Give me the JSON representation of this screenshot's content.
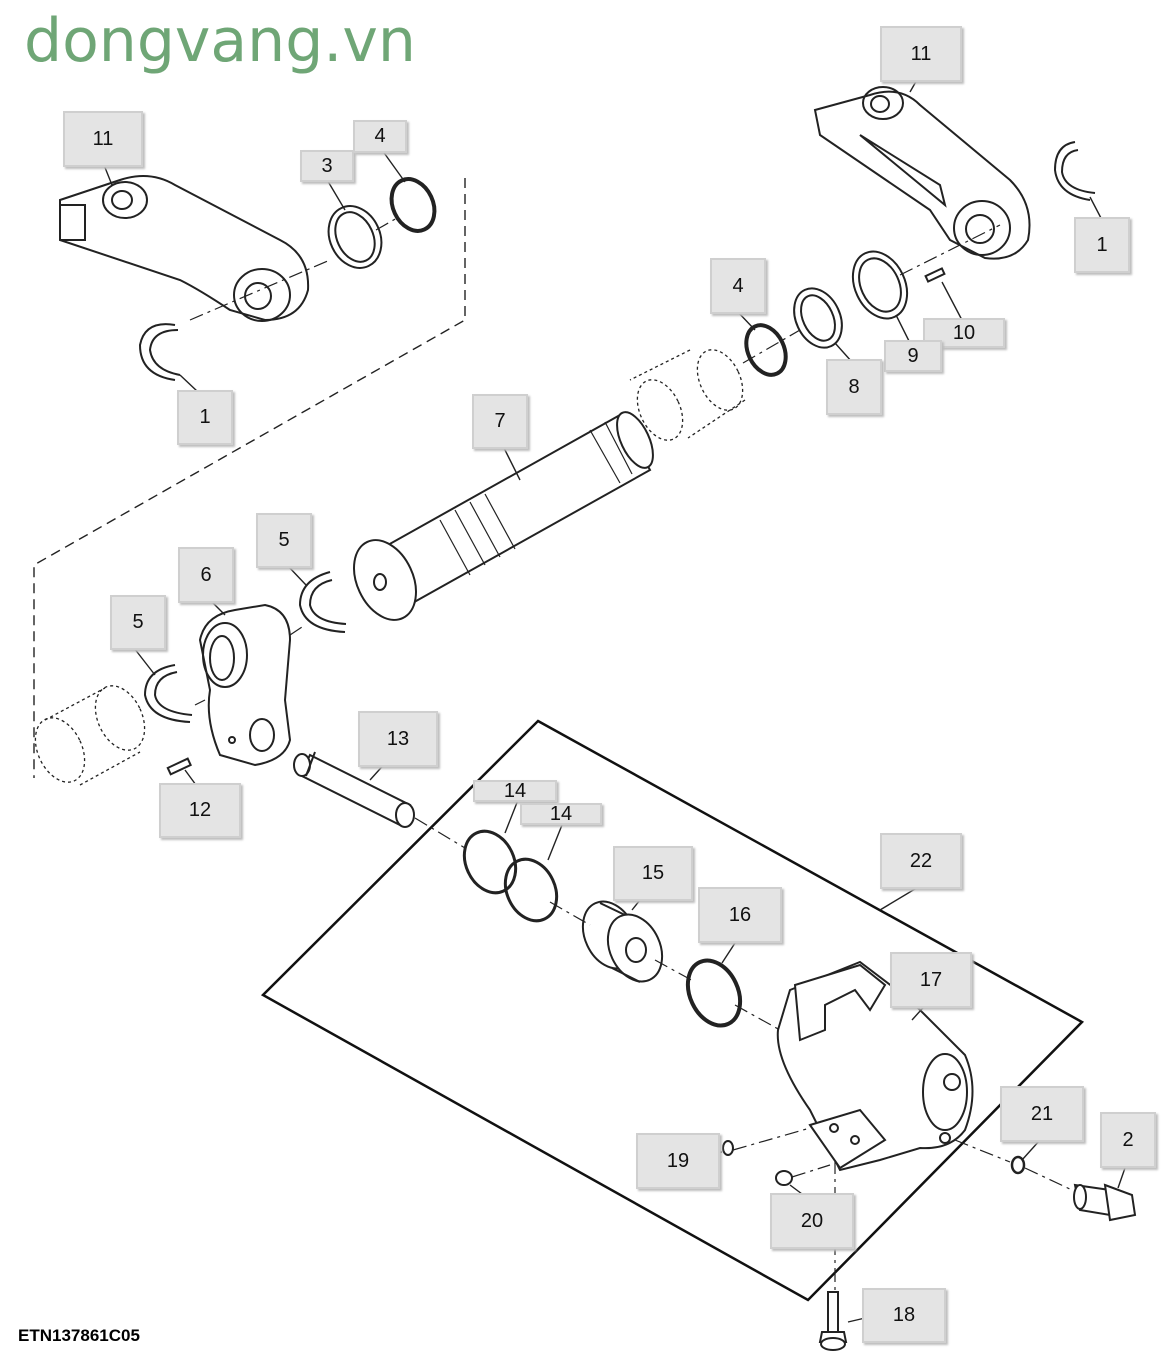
{
  "watermark": "dongvang.vn",
  "figure_id": "ETN137861C05",
  "callouts": [
    "11",
    "3",
    "4",
    "1",
    "11",
    "1",
    "4",
    "10",
    "9",
    "8",
    "7",
    "5",
    "6",
    "5",
    "13",
    "12",
    "14",
    "14",
    "15",
    "16",
    "22",
    "17",
    "19",
    "21",
    "2",
    "20",
    "18"
  ],
  "colors": {
    "line": "#222222",
    "callout_bg": "#e4e4e4",
    "watermark": "#6fa676"
  }
}
